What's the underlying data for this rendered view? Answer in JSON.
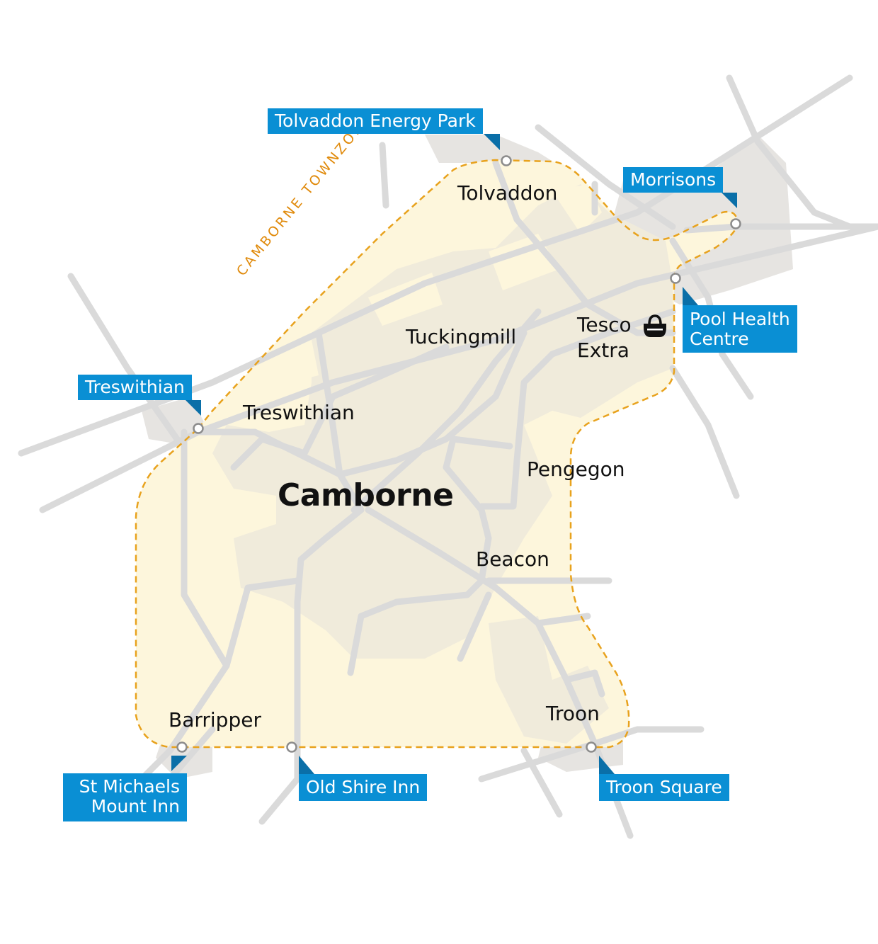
{
  "map": {
    "zone_name": "CAMBORNE TOWNZONE",
    "colors": {
      "zone_fill": "#fdf6dc",
      "zone_border": "#e8a21d",
      "roads": "#dadada",
      "built_up": "#e6e4e1",
      "label_bg": "#0a8fd4",
      "label_text": "#ffffff",
      "place_text": "#111111"
    },
    "town": "Camborne",
    "places": [
      {
        "id": "tolvaddon",
        "name": "Tolvaddon"
      },
      {
        "id": "tuckingmill",
        "name": "Tuckingmill"
      },
      {
        "id": "treswithian",
        "name": "Treswithian"
      },
      {
        "id": "pengegon",
        "name": "Pengegon"
      },
      {
        "id": "beacon",
        "name": "Beacon"
      },
      {
        "id": "barripper",
        "name": "Barripper"
      },
      {
        "id": "troon",
        "name": "Troon"
      }
    ],
    "landmark": {
      "line1": "Tesco",
      "line2": "Extra",
      "icon": "shopping-basket-icon"
    },
    "stops": [
      {
        "id": "tolvaddon-energy-park",
        "lines": [
          "Tolvaddon Energy Park"
        ]
      },
      {
        "id": "morrisons",
        "lines": [
          "Morrisons"
        ]
      },
      {
        "id": "pool-health-centre",
        "lines": [
          "Pool Health",
          "Centre"
        ]
      },
      {
        "id": "treswithian",
        "lines": [
          "Treswithian"
        ]
      },
      {
        "id": "st-michaels-mount-inn",
        "lines": [
          "St Michaels",
          "Mount Inn"
        ]
      },
      {
        "id": "old-shire-inn",
        "lines": [
          "Old Shire Inn"
        ]
      },
      {
        "id": "troon-square",
        "lines": [
          "Troon Square"
        ]
      }
    ]
  }
}
